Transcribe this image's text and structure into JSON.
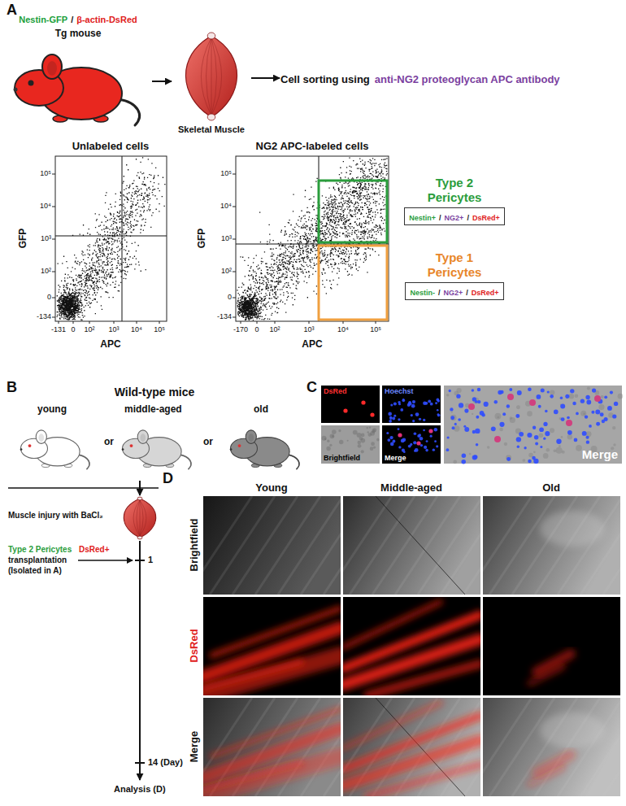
{
  "diagram": {
    "nodes": [
      {
        "text": [
          "Nestin-GFP",
          "/",
          "β-actin-DsRed",
          "Tg mouse"
        ]
      },
      {
        "text": [
          "Skeletal Muscle"
        ]
      },
      {
        "text": [
          "Cell sorting using",
          "anti-NG2 proteoglycan APC antibody"
        ]
      },
      {
        "text": [
          "Type 2 Pericytes",
          "Nestin+",
          "/",
          "NG2+",
          "/",
          "DsRed+"
        ]
      },
      {
        "text": [
          "Type 1 Pericytes",
          "Nestin-",
          "/",
          "NG2+",
          "/",
          "DsRed+"
        ]
      },
      {
        "text": [
          "Wild-type mice",
          "young",
          "or",
          "middle-aged",
          "or",
          "old"
        ]
      },
      {
        "text": [
          "Muscle injury with BaCl₂"
        ]
      },
      {
        "text": [
          "Analysis (D)"
        ]
      }
    ],
    "edges": [
      {
        "from": 0,
        "to": 1,
        "arrow": "to"
      },
      {
        "from": 1,
        "to": 2,
        "arrow": "to"
      },
      {
        "from": 5,
        "to": 6,
        "arrow": "to"
      },
      {
        "from": 6,
        "to": 7,
        "arrow": "to"
      }
    ],
    "labels": [
      "A",
      "Unlabeled cells",
      "NG2 APC-labeled cells",
      "GFP",
      "APC",
      "GFP",
      "APC",
      "10⁵",
      "10⁴",
      "10³",
      "10²",
      "0",
      "-134",
      "-131",
      "0",
      "10²",
      "10³",
      "10⁴",
      "10⁵",
      "10⁵",
      "10⁴",
      "10³",
      "10²",
      "0",
      "-134",
      "-170",
      "0",
      "10²",
      "10³",
      "10⁴",
      "10⁵",
      "B",
      "Type 2 Pericytes",
      "DsRed+",
      "transplantation",
      "(Isolated in A)",
      "1",
      "14 (Day)",
      "C",
      "DsRed",
      "Hoechst",
      "Brightfield",
      "Merge",
      "Merge",
      "D",
      "Young",
      "Middle-aged",
      "Old",
      "Brightfield",
      "DsRed",
      "Merge"
    ]
  }
}
